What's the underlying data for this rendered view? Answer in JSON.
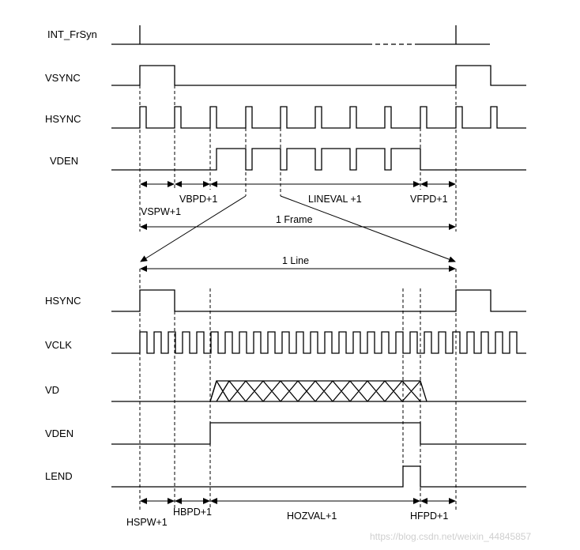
{
  "signals_frame": {
    "int_frsyn": "INT_FrSyn",
    "vsync": "VSYNC",
    "hsync": "HSYNC",
    "vden": "VDEN"
  },
  "signals_line": {
    "hsync": "HSYNC",
    "vclk": "VCLK",
    "vd": "VD",
    "vden": "VDEN",
    "lend": "LEND"
  },
  "frame_measures": {
    "vspw": "VSPW+1",
    "vbpd": "VBPD+1",
    "lineval": "LINEVAL +1",
    "vfpd": "VFPD+1",
    "frame": "1 Frame"
  },
  "line_measures": {
    "line": "1 Line",
    "hspw": "HSPW+1",
    "hbpd": "HBPD+1",
    "hozval": "HOZVAL+1",
    "hfpd": "HFPD+1"
  },
  "watermark": "https://blog.csdn.net/weixin_44845857"
}
